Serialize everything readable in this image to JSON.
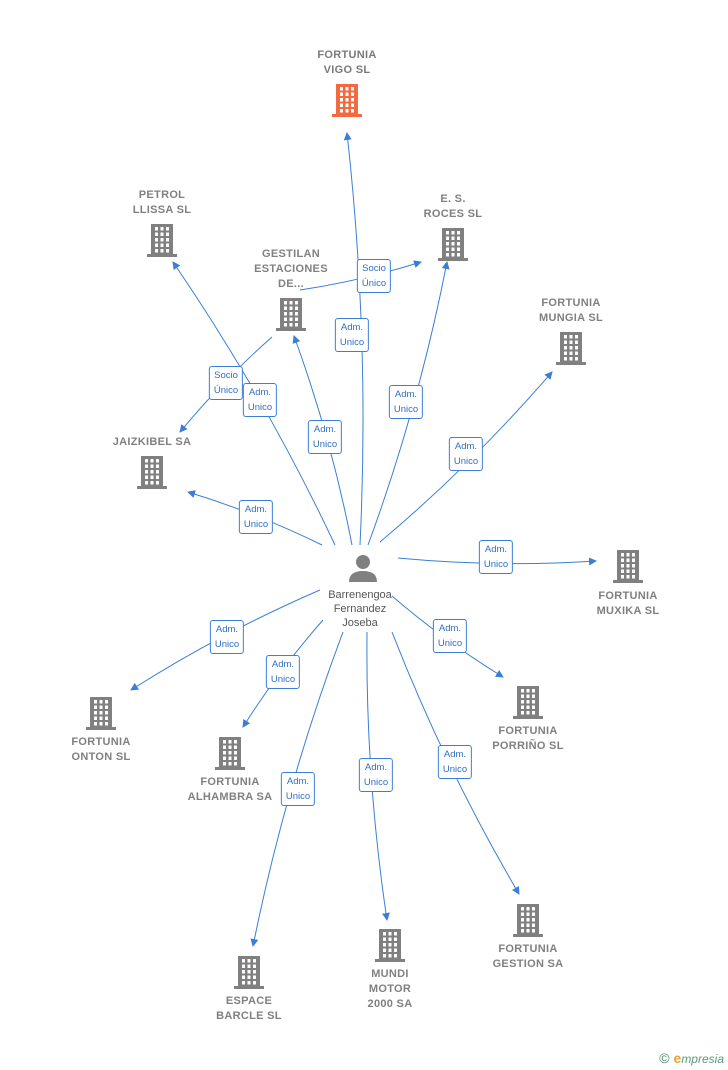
{
  "colors": {
    "edge": "#3a7fd5",
    "building": "#808080",
    "building_highlight": "#f26a3f",
    "person": "#808080"
  },
  "center": {
    "label": "Barrenengoa\nFernandez\nJoseba",
    "icon": "person-icon"
  },
  "nodes": [
    {
      "id": "fortunia-vigo",
      "label": "FORTUNIA\nVIGO SL",
      "highlight": true,
      "icon": "building-icon"
    },
    {
      "id": "petrol-llissa",
      "label": "PETROL\nLLISSA SL",
      "icon": "building-icon"
    },
    {
      "id": "es-roces",
      "label": "E. S.\nROCES SL",
      "icon": "building-icon"
    },
    {
      "id": "gestilan",
      "label": "GESTILAN\nESTACIONES\nDE...",
      "icon": "building-icon"
    },
    {
      "id": "fortunia-mungia",
      "label": "FORTUNIA\nMUNGIA SL",
      "icon": "building-icon"
    },
    {
      "id": "jaizkibel",
      "label": "JAIZKIBEL SA",
      "icon": "building-icon"
    },
    {
      "id": "fortunia-muxika",
      "label": "FORTUNIA\nMUXIKA SL",
      "icon": "building-icon"
    },
    {
      "id": "fortunia-onton",
      "label": "FORTUNIA\nONTON SL",
      "icon": "building-icon"
    },
    {
      "id": "fortunia-alhambra",
      "label": "FORTUNIA\nALHAMBRA SA",
      "icon": "building-icon"
    },
    {
      "id": "fortunia-porrino",
      "label": "FORTUNIA\nPORRIÑO SL",
      "icon": "building-icon"
    },
    {
      "id": "espace-barcle",
      "label": "ESPACE\nBARCLE SL",
      "icon": "building-icon"
    },
    {
      "id": "mundi-motor",
      "label": "MUNDI\nMOTOR\n2000 SA",
      "icon": "building-icon"
    },
    {
      "id": "fortunia-gestion",
      "label": "FORTUNIA\nGESTION SA",
      "icon": "building-icon"
    }
  ],
  "relations": [
    {
      "from": "center",
      "to": "fortunia-vigo",
      "label": "Adm.\nUnico"
    },
    {
      "from": "center",
      "to": "petrol-llissa",
      "label": "Adm.\nUnico"
    },
    {
      "from": "center",
      "to": "gestilan",
      "label": "Adm.\nUnico"
    },
    {
      "from": "center",
      "to": "es-roces",
      "label": "Adm.\nUnico"
    },
    {
      "from": "center",
      "to": "fortunia-mungia",
      "label": "Adm.\nUnico"
    },
    {
      "from": "center",
      "to": "jaizkibel",
      "label": "Adm.\nUnico"
    },
    {
      "from": "center",
      "to": "fortunia-muxika",
      "label": "Adm.\nUnico"
    },
    {
      "from": "center",
      "to": "fortunia-onton",
      "label": "Adm.\nUnico"
    },
    {
      "from": "center",
      "to": "fortunia-alhambra",
      "label": "Adm.\nUnico"
    },
    {
      "from": "center",
      "to": "fortunia-porrino",
      "label": "Adm.\nUnico"
    },
    {
      "from": "center",
      "to": "espace-barcle",
      "label": "Adm.\nUnico"
    },
    {
      "from": "center",
      "to": "mundi-motor",
      "label": "Adm.\nUnico"
    },
    {
      "from": "center",
      "to": "fortunia-gestion",
      "label": "Adm.\nUnico"
    },
    {
      "from": "gestilan",
      "to": "es-roces",
      "label": "Socio\nÚnico"
    },
    {
      "from": "gestilan",
      "to": "jaizkibel",
      "label": "Socio\nÚnico"
    }
  ],
  "footer": {
    "copyright": "©",
    "brand_initial": "e",
    "brand_rest": "mpresia"
  }
}
